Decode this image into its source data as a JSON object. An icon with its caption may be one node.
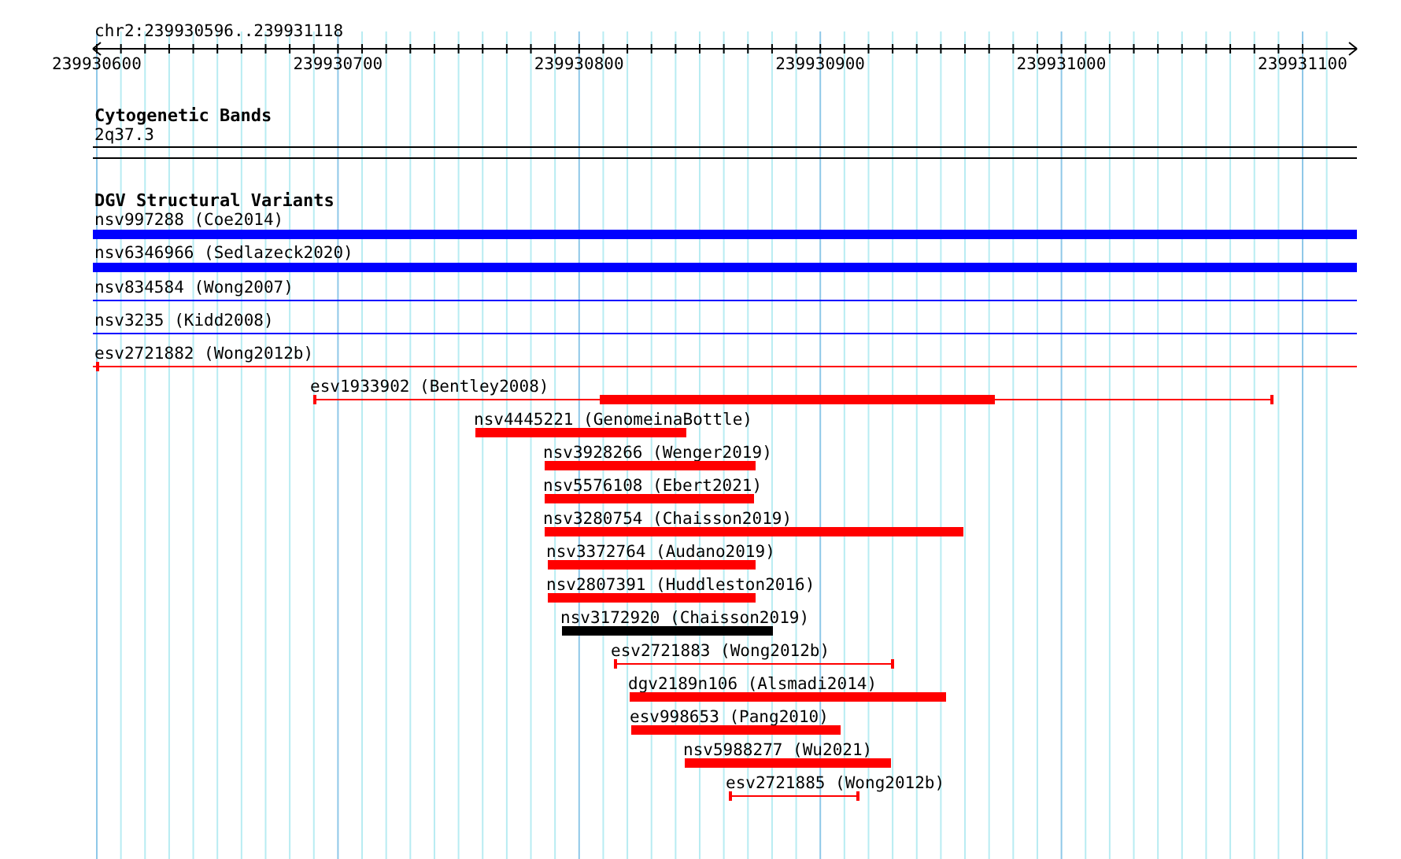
{
  "diagram": {
    "title": "chr2:239930596..239931118",
    "nodes": [
      {
        "text": [
          "nsv997288 (Coe2014)"
        ]
      },
      {
        "text": [
          "nsv6346966 (Sedlazeck2020)"
        ]
      },
      {
        "text": [
          "nsv834584 (Wong2007)"
        ]
      },
      {
        "text": [
          "nsv3235 (Kidd2008)"
        ]
      },
      {
        "text": [
          "esv2721882 (Wong2012b)"
        ]
      },
      {
        "text": [
          "esv1933902 (Bentley2008)"
        ]
      },
      {
        "text": [
          "nsv4445221 (GenomeinaBottle)"
        ]
      },
      {
        "text": [
          "nsv3928266 (Wenger2019)"
        ]
      },
      {
        "text": [
          "nsv5576108 (Ebert2021)"
        ]
      },
      {
        "text": [
          "nsv3280754 (Chaisson2019)"
        ]
      },
      {
        "text": [
          "nsv3372764 (Audano2019)"
        ]
      },
      {
        "text": [
          "nsv2807391 (Huddleston2016)"
        ]
      },
      {
        "text": [
          "nsv3172920 (Chaisson2019)"
        ]
      },
      {
        "text": [
          "esv2721883 (Wong2012b)"
        ]
      },
      {
        "text": [
          "dgv2189n106 (Alsmadi2014)"
        ]
      },
      {
        "text": [
          "esv998653 (Pang2010)"
        ]
      },
      {
        "text": [
          "nsv5988277 (Wu2021)"
        ]
      },
      {
        "text": [
          "esv2721885 (Wong2012b)"
        ]
      }
    ],
    "labels": [
      "239930600",
      "239930700",
      "239930800",
      "239930900",
      "239931000",
      "239931100",
      "Cytogenetic Bands",
      "2q37.3",
      "DGV Structural Variants"
    ]
  }
}
